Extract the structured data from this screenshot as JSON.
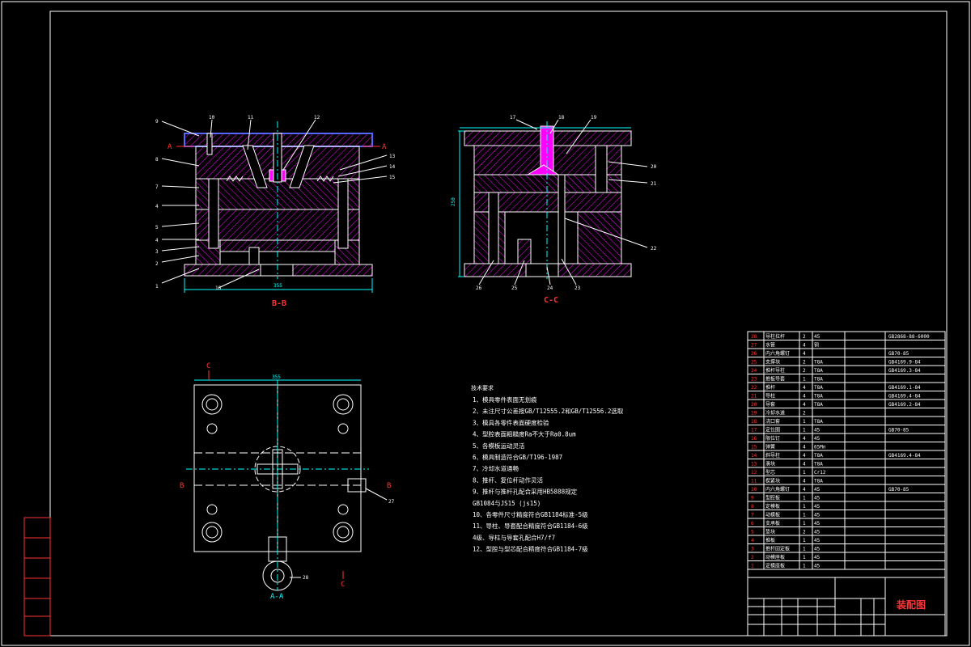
{
  "views": {
    "bb": {
      "label": "B-B",
      "width_dim": "355"
    },
    "cc": {
      "label": "C-C",
      "height_dim": "250"
    },
    "aa": {
      "label": "A-A",
      "width_dim": "355"
    }
  },
  "section_markers": {
    "a": "A",
    "b": "B",
    "c": "C"
  },
  "callouts_bb": [
    "1",
    "2",
    "3",
    "4",
    "5",
    "4",
    "7",
    "8",
    "9",
    "10",
    "11",
    "12",
    "13",
    "14",
    "15",
    "16"
  ],
  "callouts_cc": [
    "17",
    "18",
    "19",
    "20",
    "21",
    "22",
    "23",
    "24",
    "25",
    "26"
  ],
  "callouts_aa": [
    "27",
    "28"
  ],
  "notes": {
    "title": "技术要求",
    "items": [
      "1、模具零件表面无划痕",
      "2、未注尺寸公差按GB/T12555.2和GB/T12556.2选取",
      "3、模具各零件表面硬度检验",
      "4、型腔表面粗糙度Ra不大于Ra0.8um",
      "5、各模板运动灵活",
      "6、模具制造符合GB/T196-1987",
      "7、冷却水道通畅",
      "8、推杆、复位杆动作灵活",
      "9、推杆与推杆孔配合采用HB5888规定",
      "   GB1084与JS15 (js15)",
      "10、各零件尺寸精度符合GB1184标准-5级",
      "11、导柱、导套配合精度符合GB1184-6级",
      "   4级、导柱与导套孔配合H7/f7",
      "12、型腔与型芯配合精度符合GB1184-7级"
    ]
  },
  "bom": [
    {
      "no": "28",
      "name": "导柱拉杆",
      "qty": "2",
      "mat": "45",
      "std": "GB2868-88-6000"
    },
    {
      "no": "27",
      "name": "水管",
      "qty": "4",
      "mat": "铜",
      "std": ""
    },
    {
      "no": "26",
      "name": "内六角螺钉",
      "qty": "4",
      "mat": "",
      "std": "GB70-85"
    },
    {
      "no": "25",
      "name": "支撑块",
      "qty": "2",
      "mat": "T8A",
      "std": "GB4169.9-84"
    },
    {
      "no": "24",
      "name": "推杆导柱",
      "qty": "2",
      "mat": "T8A",
      "std": "GB4169.3-84"
    },
    {
      "no": "23",
      "name": "推板导套",
      "qty": "1",
      "mat": "T8A",
      "std": ""
    },
    {
      "no": "22",
      "name": "推杆",
      "qty": "4",
      "mat": "T8A",
      "std": "GB4169.1-84"
    },
    {
      "no": "21",
      "name": "导柱",
      "qty": "4",
      "mat": "T8A",
      "std": "GB4169.4-84"
    },
    {
      "no": "20",
      "name": "导套",
      "qty": "4",
      "mat": "T8A",
      "std": "GB4169.2-84"
    },
    {
      "no": "19",
      "name": "冷却水道",
      "qty": "2",
      "mat": "",
      "std": ""
    },
    {
      "no": "18",
      "name": "浇口套",
      "qty": "1",
      "mat": "T8A",
      "std": ""
    },
    {
      "no": "17",
      "name": "定位圈",
      "qty": "1",
      "mat": "45",
      "std": "GB70-85"
    },
    {
      "no": "16",
      "name": "限位钉",
      "qty": "4",
      "mat": "45",
      "std": ""
    },
    {
      "no": "15",
      "name": "弹簧",
      "qty": "4",
      "mat": "65Mn",
      "std": ""
    },
    {
      "no": "14",
      "name": "斜导柱",
      "qty": "4",
      "mat": "T8A",
      "std": "GB4169.4-84"
    },
    {
      "no": "13",
      "name": "滑块",
      "qty": "4",
      "mat": "T8A",
      "std": ""
    },
    {
      "no": "12",
      "name": "型芯",
      "qty": "1",
      "mat": "Cr12",
      "std": ""
    },
    {
      "no": "11",
      "name": "楔紧块",
      "qty": "4",
      "mat": "T8A",
      "std": ""
    },
    {
      "no": "10",
      "name": "内六角螺钉",
      "qty": "4",
      "mat": "45",
      "std": "GB70-85"
    },
    {
      "no": "9",
      "name": "型腔板",
      "qty": "1",
      "mat": "45",
      "std": ""
    },
    {
      "no": "8",
      "name": "定模板",
      "qty": "1",
      "mat": "45",
      "std": ""
    },
    {
      "no": "7",
      "name": "动模板",
      "qty": "1",
      "mat": "45",
      "std": ""
    },
    {
      "no": "6",
      "name": "支承板",
      "qty": "1",
      "mat": "45",
      "std": ""
    },
    {
      "no": "5",
      "name": "垫块",
      "qty": "2",
      "mat": "45",
      "std": ""
    },
    {
      "no": "4",
      "name": "推板",
      "qty": "1",
      "mat": "45",
      "std": ""
    },
    {
      "no": "3",
      "name": "推杆固定板",
      "qty": "1",
      "mat": "45",
      "std": ""
    },
    {
      "no": "2",
      "name": "动模座板",
      "qty": "1",
      "mat": "45",
      "std": ""
    },
    {
      "no": "1",
      "name": "定模座板",
      "qty": "1",
      "mat": "45",
      "std": ""
    }
  ],
  "title_block": {
    "drawing_name": "装配图"
  },
  "colors": {
    "hatch": "#ff00ff",
    "line": "#ffffff",
    "center": "#00ffff",
    "dim": "#00ffff",
    "leader": "#ffffff",
    "accent": "#ff3333"
  }
}
